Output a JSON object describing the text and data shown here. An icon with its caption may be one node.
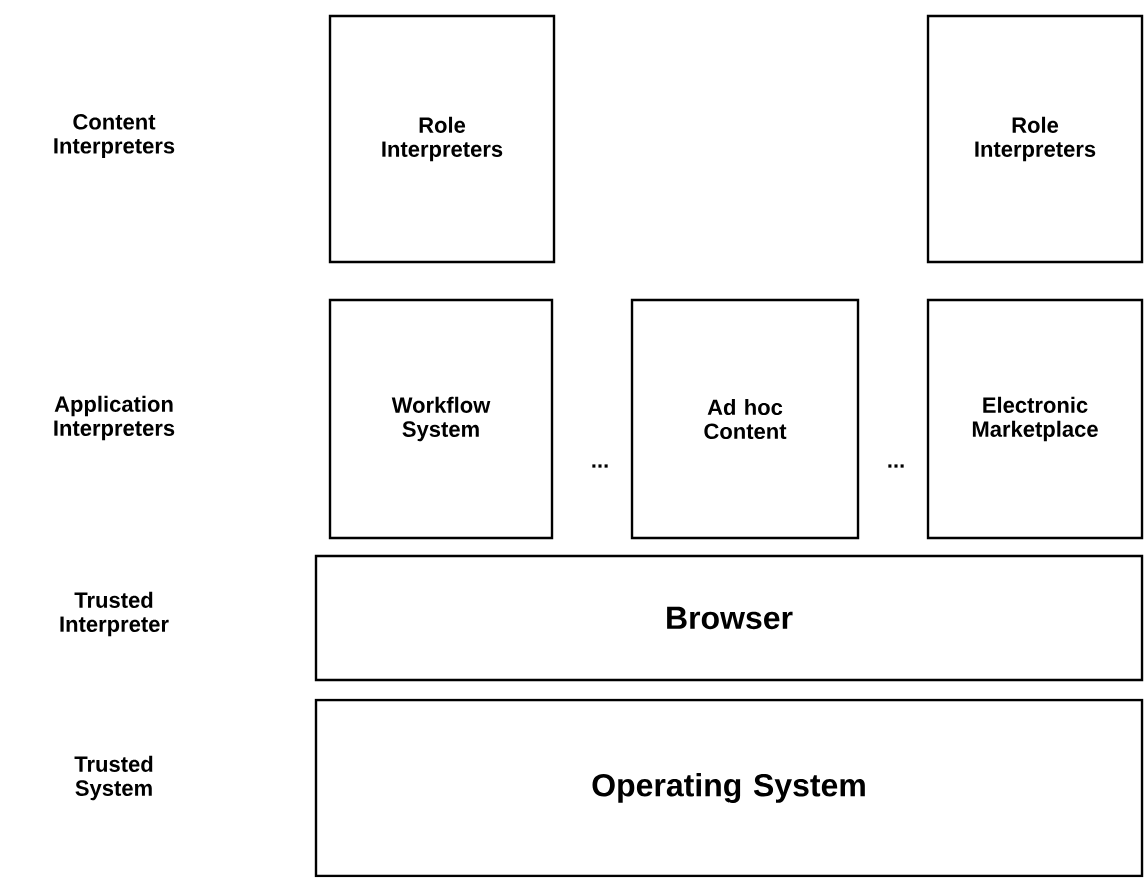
{
  "diagram": {
    "nodes": [
      {
        "text": [
          "Role Interpreters"
        ]
      },
      {
        "text": [
          "Role Interpreters"
        ]
      },
      {
        "text": [
          "Workflow System"
        ]
      },
      {
        "text": [
          "Ad hoc Content"
        ]
      },
      {
        "text": [
          "Electronic Marketplace"
        ]
      },
      {
        "text": [
          "Browser"
        ]
      },
      {
        "text": [
          "Operating System"
        ]
      }
    ],
    "labels": [
      "Content Interpreters",
      "Application Interpreters",
      "...",
      "...",
      "Trusted Interpreter",
      "Trusted System"
    ]
  }
}
